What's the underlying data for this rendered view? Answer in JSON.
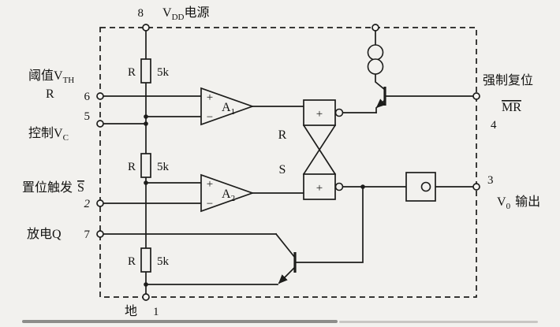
{
  "colors": {
    "ink": "#1d1d1b",
    "paper": "#f2f1ee"
  },
  "power": {
    "pin": "8",
    "v": "V",
    "sub": "DD",
    "rest": "电源"
  },
  "threshold": {
    "main": "阈值V",
    "sub": "TH",
    "r": "R",
    "pin": "6"
  },
  "control": {
    "pin": "5",
    "main": "控制V",
    "sub": "C"
  },
  "trigger": {
    "main": "置位触发",
    "s": "S",
    "pin": "2"
  },
  "discharge": {
    "main": "放电Q",
    "pin": "7"
  },
  "ground": {
    "main": "地",
    "pin": "1"
  },
  "reset": {
    "title": "强制复位",
    "mr": "MR",
    "pin": "4"
  },
  "out": {
    "pin": "3",
    "v": "V",
    "sub": "0",
    "rest": "输出"
  },
  "resistors": [
    {
      "name": "R",
      "value": "5k"
    },
    {
      "name": "R",
      "value": "5k"
    },
    {
      "name": "R",
      "value": "5k"
    }
  ],
  "comparators": [
    {
      "name": "A",
      "sub": "1",
      "plus": "+",
      "minus": "−"
    },
    {
      "name": "A",
      "sub": "2",
      "plus": "+",
      "minus": "−"
    }
  ],
  "flipflop": {
    "r": "R",
    "s": "S",
    "plus1": "+",
    "plus2": "+"
  }
}
